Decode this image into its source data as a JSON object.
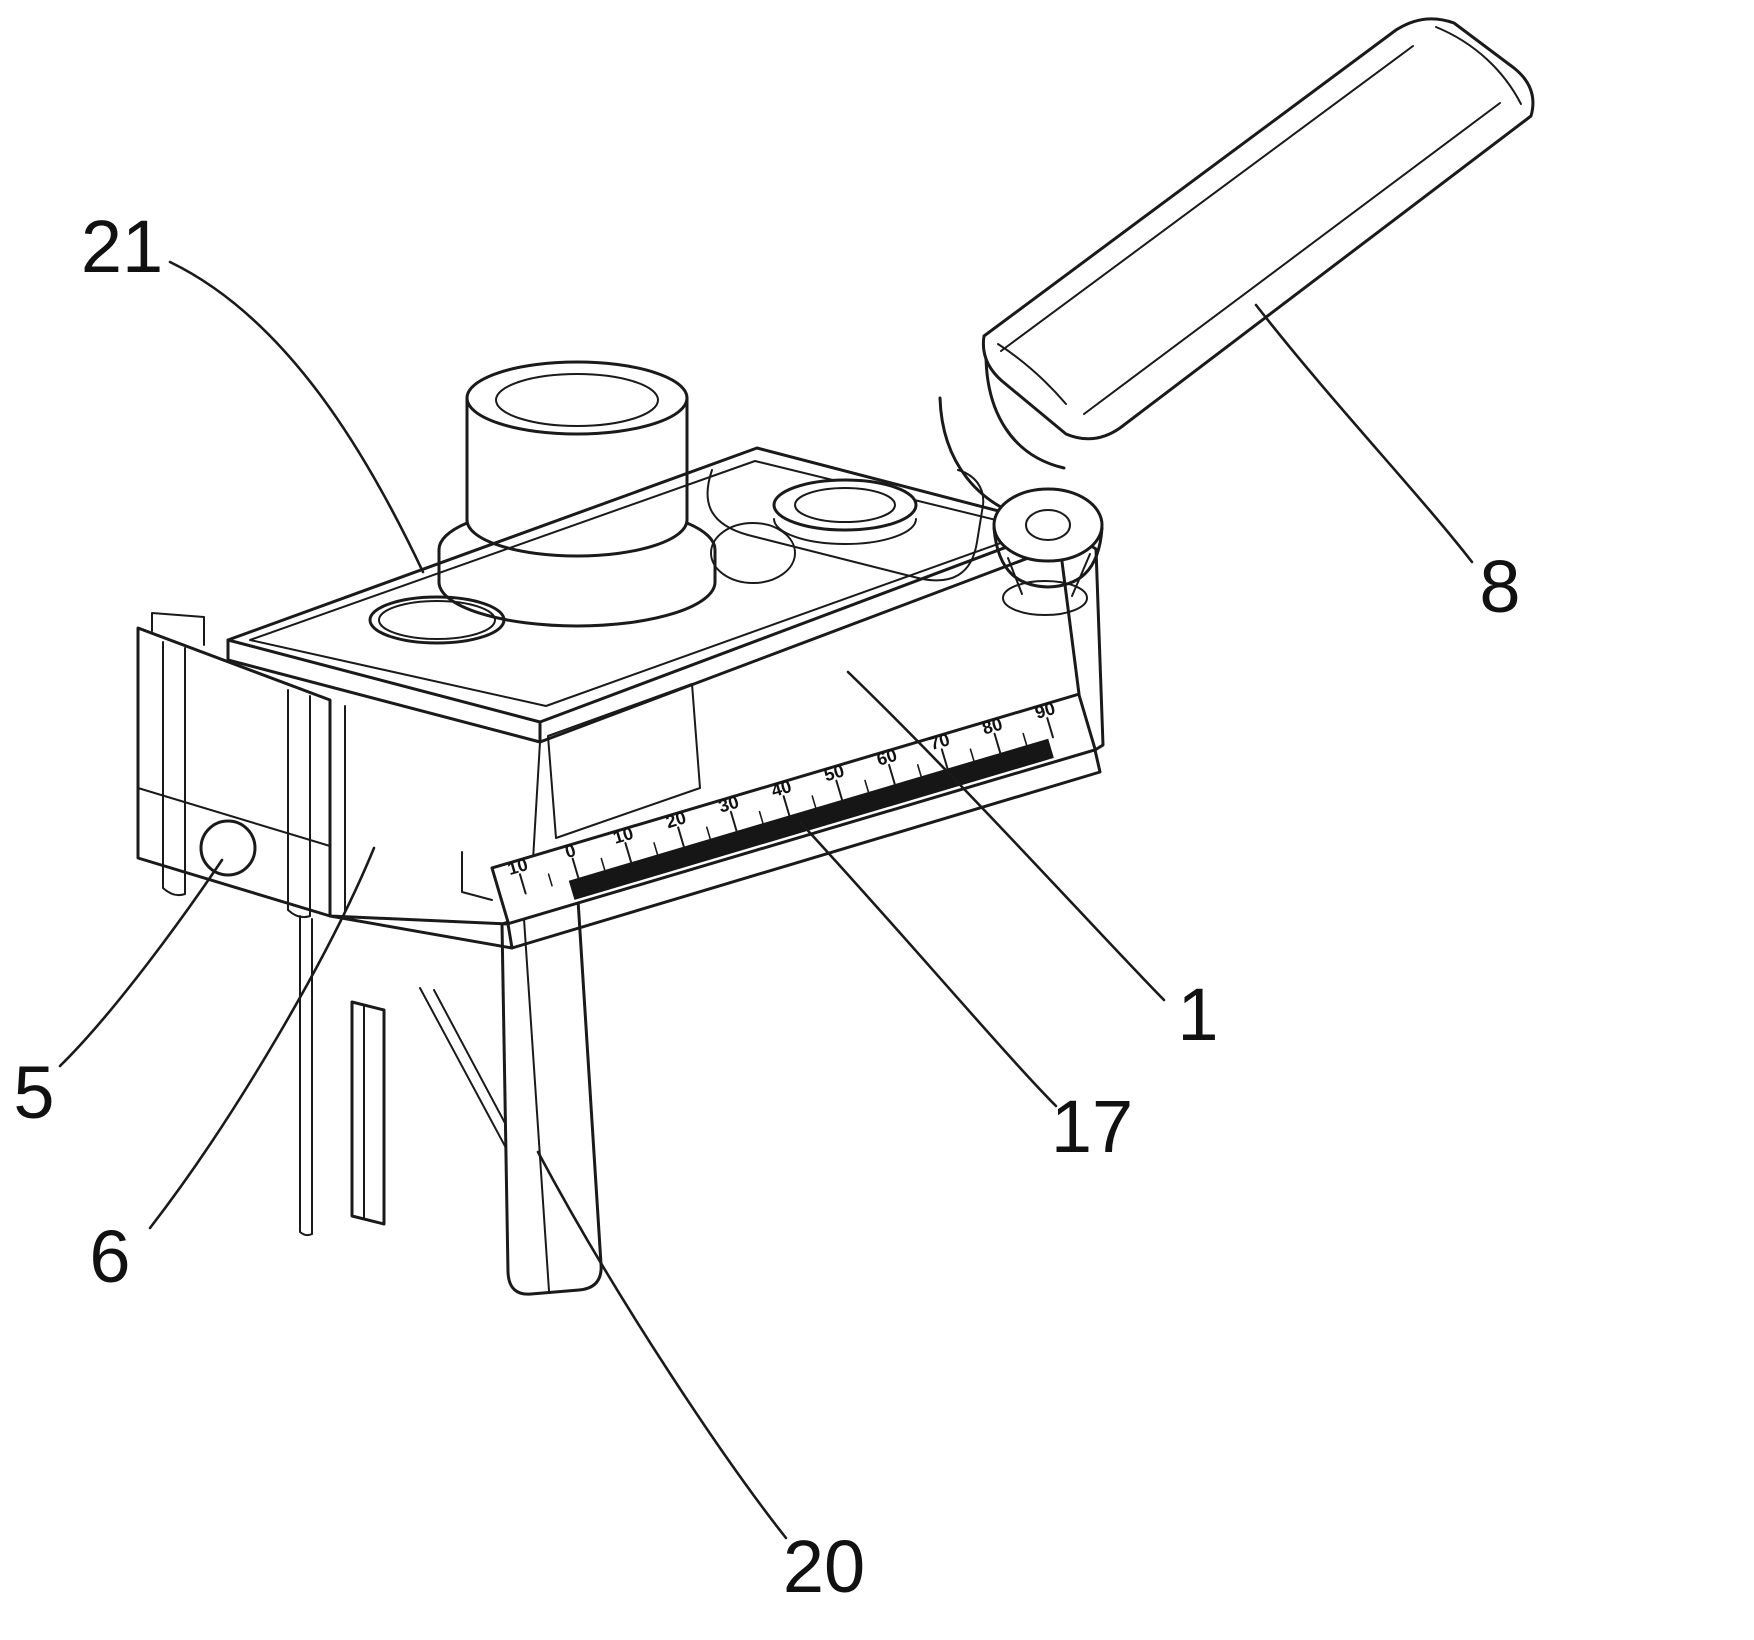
{
  "figure": {
    "kind": "patent line drawing of clamping jig with handle and measuring scale",
    "background": "#ffffff",
    "stroke_color": "#1a1a1a",
    "scale_band_color": "#161616",
    "reference_labels": [
      {
        "ref": "21"
      },
      {
        "ref": "8"
      },
      {
        "ref": "5"
      },
      {
        "ref": "6"
      },
      {
        "ref": "1"
      },
      {
        "ref": "17"
      },
      {
        "ref": "20"
      }
    ],
    "ruler": {
      "numbers": [
        "10",
        "0",
        "10",
        "20",
        "30",
        "40",
        "50",
        "60",
        "70",
        "80",
        "90"
      ]
    }
  }
}
